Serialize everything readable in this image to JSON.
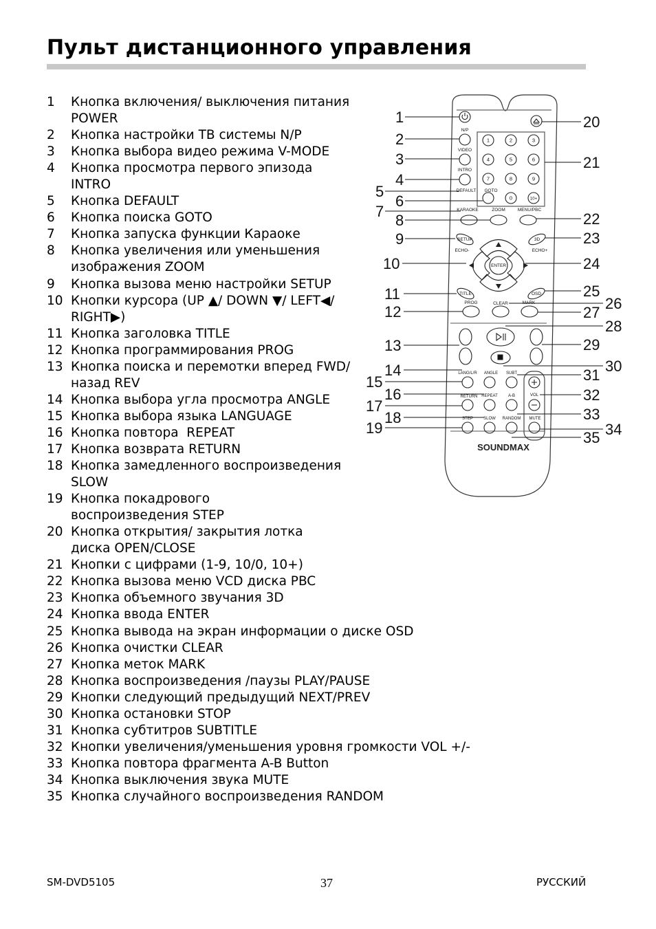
{
  "page": {
    "title": "Пульт дистанционного управления"
  },
  "items": [
    {
      "num": "1",
      "lines": [
        "Кнопка включения/ выключения питания",
        "POWER"
      ]
    },
    {
      "num": "2",
      "lines": [
        "Кнопка настройки ТВ системы N/P"
      ]
    },
    {
      "num": "3",
      "lines": [
        "Кнопка выбора видео режима V-MODE"
      ]
    },
    {
      "num": "4",
      "lines": [
        "Кнопка просмотра первого эпизода",
        "INTRO"
      ]
    },
    {
      "num": "5",
      "lines": [
        "Кнопка DEFAULT"
      ]
    },
    {
      "num": "6",
      "lines": [
        "Кнопка поиска GOTO"
      ]
    },
    {
      "num": "7",
      "lines": [
        "Кнопка запуска функции Караоке"
      ]
    },
    {
      "num": "8",
      "lines": [
        "Кнопка увеличения или уменьшения",
        "изображения ZOOM"
      ]
    },
    {
      "num": "9",
      "lines": [
        "Кнопка вызова меню настройки SETUP"
      ]
    },
    {
      "num": "10",
      "lines": [
        "Кнопки курсора (UP ▲/ DOWN ▼/ LEFT◀/",
        "RIGHT▶)"
      ]
    },
    {
      "num": "11",
      "lines": [
        "Кнопка заголовка TITLE"
      ]
    },
    {
      "num": "12",
      "lines": [
        "Кнопка программирования PROG"
      ]
    },
    {
      "num": "13",
      "lines": [
        "Кнопка поиска и перемотки вперед FWD/",
        "назад REV"
      ]
    },
    {
      "num": "14",
      "lines": [
        "Кнопка выбора угла просмотра ANGLE"
      ]
    },
    {
      "num": "15",
      "lines": [
        "Кнопка выбора языка LANGUAGE"
      ]
    },
    {
      "num": "16",
      "lines": [
        "Кнопка повтора  REPEAT"
      ]
    },
    {
      "num": "17",
      "lines": [
        "Кнопка возврата RETURN"
      ]
    },
    {
      "num": "18",
      "lines": [
        "Кнопка замедленного воспроизведения",
        "SLOW"
      ]
    },
    {
      "num": "19",
      "lines": [
        "Кнопка покадрового",
        "воспроизведения STEP"
      ]
    },
    {
      "num": "20",
      "lines": [
        "Кнопка открытия/ закрытия лотка",
        "диска OPEN/CLOSE"
      ]
    },
    {
      "num": "21",
      "lines": [
        "Кнопки с цифрами (1-9, 10/0, 10+)"
      ]
    },
    {
      "num": "22",
      "lines": [
        "Кнопка вызова меню VCD диска PBC"
      ]
    },
    {
      "num": "23",
      "lines": [
        "Кнопка объемного звучания 3D"
      ]
    },
    {
      "num": "24",
      "lines": [
        "Кнопка ввода ENTER"
      ]
    },
    {
      "num": "25",
      "lines": [
        "Кнопка вывода на экран информации о диске OSD"
      ]
    },
    {
      "num": "26",
      "lines": [
        "Кнопка очистки CLEAR"
      ]
    },
    {
      "num": "27",
      "lines": [
        "Кнопка меток MARK"
      ]
    },
    {
      "num": "28",
      "lines": [
        "Кнопка воспроизведения /паузы PLAY/PAUSE"
      ]
    },
    {
      "num": "29",
      "lines": [
        "Кнопки следующий предыдущий NEXT/PREV"
      ]
    },
    {
      "num": "30",
      "lines": [
        "Кнопка остановки STOP"
      ]
    },
    {
      "num": "31",
      "lines": [
        "Кнопка субтитров SUBTITLE"
      ]
    },
    {
      "num": "32",
      "lines": [
        "Кнопки увеличения/уменьшения уровня громкости VOL +/-"
      ]
    },
    {
      "num": "33",
      "lines": [
        "Кнопка повтора фрагмента A-B Button"
      ]
    },
    {
      "num": "34",
      "lines": [
        "Кнопка выключения звука MUTE"
      ]
    },
    {
      "num": "35",
      "lines": [
        "Кнопка случайного воспроизведения RANDOM"
      ]
    }
  ],
  "remote": {
    "brand": "SOUNDMAX",
    "labels": {
      "np": "N/P",
      "video": "VIDEO",
      "intro": "INTRO",
      "default": "DEFAULT",
      "goto": "GOTO",
      "karaoke": "KARAOKE",
      "zoom": "ZOOM",
      "menu_pbc": "MENU/PBC",
      "setup": "SETUP",
      "three_d": "3D",
      "echo_minus": "ECHO-",
      "echo_plus": "ECHO+",
      "enter": "ENTER",
      "title": "TITLE",
      "osd": "OSD",
      "prog": "PROG",
      "clear": "CLEAR",
      "mark": "MARK",
      "lang": "LANG/L/R",
      "angle": "ANGLE",
      "subt": "SUBT",
      "return": "RETURN",
      "repeat": "REPEAT",
      "ab": "A-B",
      "vol": "VOL",
      "step": "STEP",
      "slow": "SLOW",
      "random": "RANDOM",
      "mute": "MUTE"
    },
    "keys": [
      "1",
      "2",
      "3",
      "4",
      "5",
      "6",
      "7",
      "8",
      "9",
      "0",
      "10+"
    ],
    "callouts_left": [
      "1",
      "2",
      "3",
      "4",
      "5",
      "6",
      "7",
      "8",
      "9",
      "10",
      "11",
      "12",
      "13",
      "14",
      "15",
      "16",
      "17",
      "18",
      "19"
    ],
    "callouts_right": [
      "20",
      "21",
      "22",
      "23",
      "24",
      "25",
      "26",
      "27",
      "28",
      "29",
      "30",
      "31",
      "32",
      "33",
      "34",
      "35"
    ]
  },
  "footer": {
    "model": "SM-DVD5105",
    "page_number": "37",
    "language": "РУССКИЙ"
  }
}
